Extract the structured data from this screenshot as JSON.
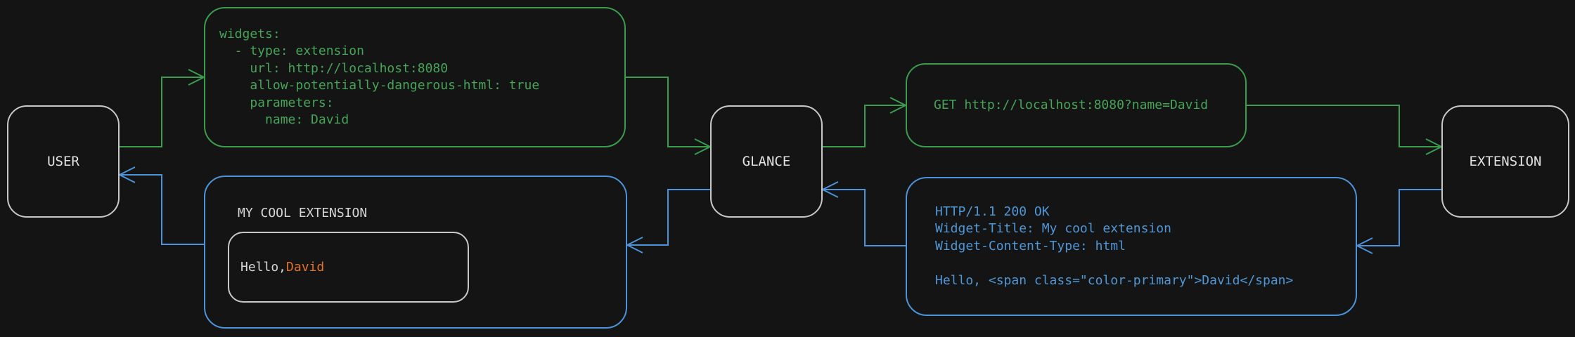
{
  "diagram": {
    "background": "#141414",
    "colors": {
      "request_green": "#3b9c4e",
      "response_blue": "#4c93da",
      "accent_orange": "#e0722f",
      "node_border_gray": "#c8c8c8",
      "text_light": "#d6d6d6"
    },
    "nodes": {
      "user": {
        "label": "USER"
      },
      "glance": {
        "label": "GLANCE"
      },
      "extension": {
        "label": "EXTENSION"
      }
    },
    "config_box": {
      "code": "widgets:\n  - type: extension\n    url: http://localhost:8080\n    allow-potentially-dangerous-html: true\n    parameters:\n      name: David"
    },
    "request_box": {
      "code": "GET http://localhost:8080?name=David"
    },
    "response_box": {
      "code": "HTTP/1.1 200 OK\nWidget-Title: My cool extension\nWidget-Content-Type: html\n\nHello, <span class=\"color-primary\">David</span>"
    },
    "widget_preview_box": {
      "title": "MY COOL EXTENSION",
      "greeting_prefix": "Hello, ",
      "greeting_name": "David"
    },
    "edges": [
      {
        "from": "user",
        "to": "config_box",
        "kind": "request"
      },
      {
        "from": "config_box",
        "to": "glance",
        "kind": "request"
      },
      {
        "from": "glance",
        "to": "request_box",
        "kind": "request"
      },
      {
        "from": "request_box",
        "to": "extension",
        "kind": "request"
      },
      {
        "from": "extension",
        "to": "response_box",
        "kind": "response"
      },
      {
        "from": "response_box",
        "to": "glance",
        "kind": "response"
      },
      {
        "from": "glance",
        "to": "widget_preview_box",
        "kind": "response"
      },
      {
        "from": "widget_preview_box",
        "to": "user",
        "kind": "response"
      }
    ]
  }
}
